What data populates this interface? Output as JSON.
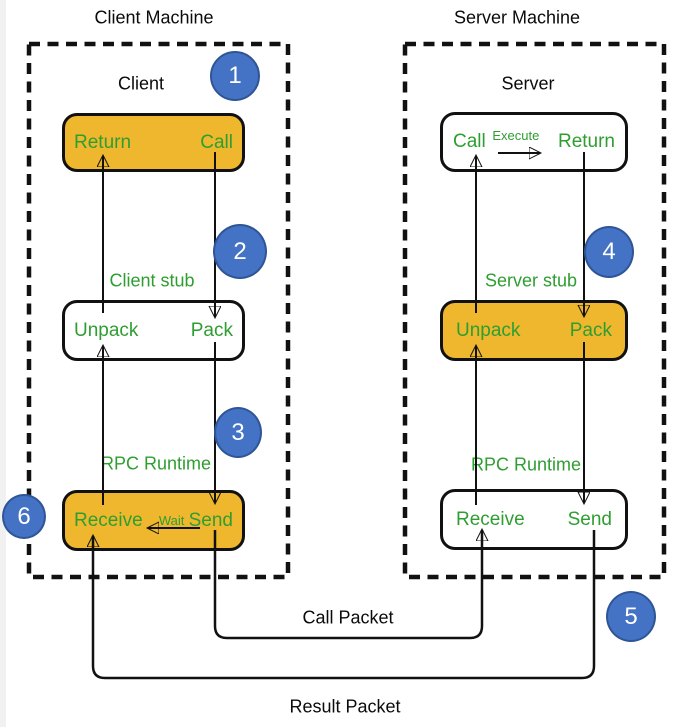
{
  "client": {
    "machine_title": "Client Machine",
    "node_title": "Client",
    "call_box": {
      "return_label": "Return",
      "call_label": "Call"
    },
    "stub_label": "Client stub",
    "stub_box": {
      "unpack_label": "Unpack",
      "pack_label": "Pack"
    },
    "runtime_label": "RPC Runtime",
    "runtime_box": {
      "receive_label": "Receive",
      "wait_label": "Wait",
      "send_label": "Send"
    }
  },
  "server": {
    "machine_title": "Server Machine",
    "node_title": "Server",
    "call_box": {
      "call_label": "Call",
      "execute_label": "Execute",
      "return_label": "Return"
    },
    "stub_label": "Server stub",
    "stub_box": {
      "unpack_label": "Unpack",
      "pack_label": "Pack"
    },
    "runtime_label": "RPC Runtime",
    "runtime_box": {
      "receive_label": "Receive",
      "send_label": "Send"
    }
  },
  "steps": [
    "1",
    "2",
    "3",
    "4",
    "5",
    "6"
  ],
  "packets": {
    "call_label": "Call Packet",
    "result_label": "Result Packet"
  },
  "colors": {
    "box_orange": "#efb72d",
    "text_green": "#2f9e31",
    "step_blue_fill": "#4472c4",
    "step_blue_border": "#2f5597",
    "line_black": "#111111"
  }
}
